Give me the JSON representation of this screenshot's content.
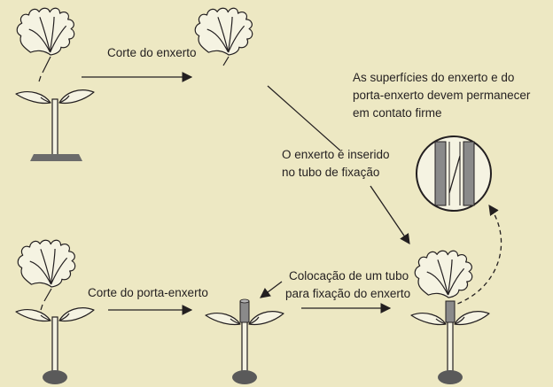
{
  "labels": {
    "cut_scion": "Corte do enxerto",
    "surfaces_line1": "As superfícies do enxerto e do",
    "surfaces_line2": "porta-enxerto devem permanecer",
    "surfaces_line3": "em contato firme",
    "inserted_line1": "O enxerto é inserido",
    "inserted_line2": "no tubo de fixação",
    "cut_rootstock": "Corte do porta-enxerto",
    "tube_line1": "Colocação de um tubo",
    "tube_line2": "para fixação do enxerto"
  },
  "colors": {
    "background": "#ede8c3",
    "ink": "#231f20",
    "plant_fill": "#f5f3e2",
    "tube": "#8a8a8a",
    "base": "#5a5a5a"
  }
}
